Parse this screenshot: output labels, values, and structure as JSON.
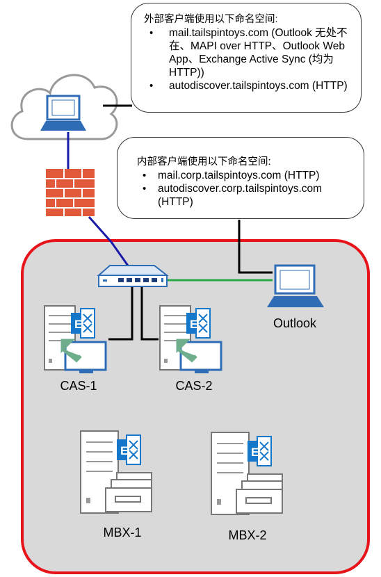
{
  "external_callout": {
    "title": "外部客户端使用以下命名空间:",
    "items": [
      "mail.tailspintoys.com (Outlook 无处不在、MAPI over HTTP、Outlook Web App、Exchange Active Sync (均为 HTTP))",
      "autodiscover.tailspintoys.com (HTTP)"
    ]
  },
  "internal_callout": {
    "title": "内部客户端使用以下命名空间:",
    "items": [
      "mail.corp.tailspintoys.com (HTTP)",
      "autodiscover.corp.tailspintoys.com (HTTP)"
    ]
  },
  "nodes": {
    "outlook": "Outlook",
    "cas1": "CAS-1",
    "cas2": "CAS-2",
    "mbx1": "MBX-1",
    "mbx2": "MBX-2"
  },
  "colors": {
    "site_border": "#e8141b",
    "site_fill": "#d9d9d9",
    "wan_link": "#1a1aa8",
    "lan_link": "#2aa84a",
    "firewall": "#e05a3a",
    "exchange_blue": "#1477c9",
    "laptop_blue": "#2e6db6"
  },
  "icons": [
    "cloud-icon",
    "laptop-icon",
    "firewall-icon",
    "switch-icon",
    "server-icon",
    "exchange-icon",
    "monitor-icon",
    "storage-icon"
  ]
}
